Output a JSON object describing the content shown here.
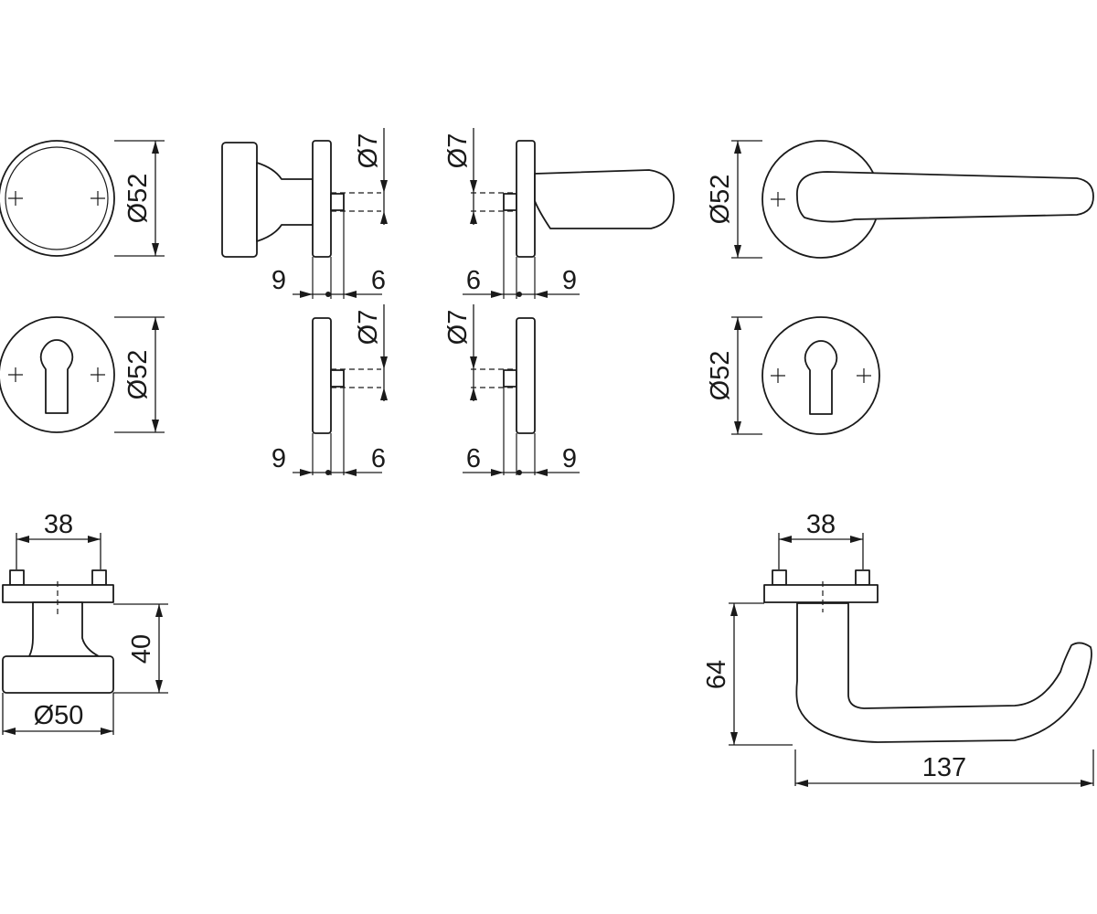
{
  "dimensions": {
    "rose_knob_dia": "Ø52",
    "knob_pin_dia": "Ø7",
    "knob_gap_left": "9",
    "knob_gap_right": "6",
    "lever_pin_dia": "Ø7",
    "lever_gap_left": "6",
    "lever_gap_right": "9",
    "lever_rose_dia": "Ø52",
    "escutcheon_left_dia": "Ø52",
    "esc_pin_dia_a": "Ø7",
    "esc_gap_left_a": "9",
    "esc_gap_right_a": "6",
    "esc_pin_dia_b": "Ø7",
    "esc_gap_left_b": "6",
    "esc_gap_right_b": "9",
    "escutcheon_right_dia": "Ø52",
    "knob_screw_spacing": "38",
    "knob_projection": "40",
    "knob_dia": "Ø50",
    "lever_screw_spacing": "38",
    "lever_projection": "64",
    "lever_length": "137"
  }
}
